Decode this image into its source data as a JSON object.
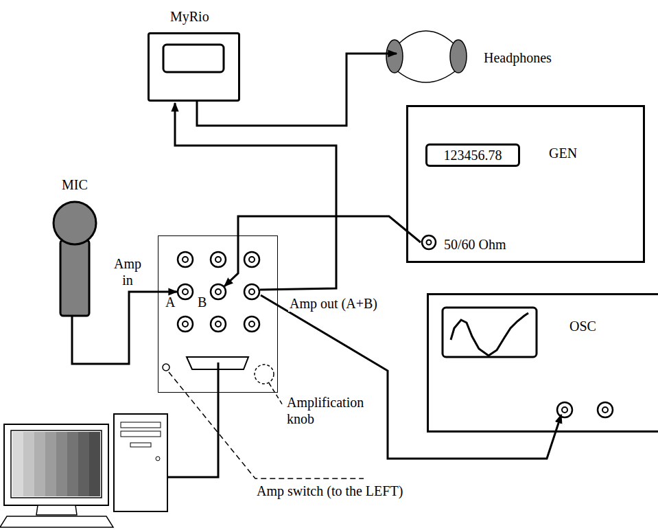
{
  "diagram": {
    "nodes": [
      {
        "text": [
          "MyRio"
        ]
      },
      {
        "text": [
          "Headphones"
        ]
      },
      {
        "text": [
          "GEN",
          "50/60 Ohm"
        ]
      },
      {
        "text": [
          "123456.78"
        ],
        "in": 2
      },
      {
        "text": [
          "MIC"
        ]
      },
      {
        "text": [
          "A",
          "B"
        ]
      },
      {
        "text": [
          "OSC"
        ]
      }
    ],
    "edges": [
      {
        "from": 4,
        "to": 5,
        "arrow": "to",
        "label": "Amp in"
      },
      {
        "from": 2,
        "to": 5,
        "arrow": "to"
      },
      {
        "from": 5,
        "to": 0,
        "arrow": "to"
      },
      {
        "from": 5,
        "to": 6,
        "arrow": "to"
      },
      {
        "from": 0,
        "to": 1,
        "arrow": "to"
      }
    ],
    "labels": [
      "Amp out (A+B)",
      "Amplification knob",
      "Amp switch (to the LEFT)"
    ]
  }
}
